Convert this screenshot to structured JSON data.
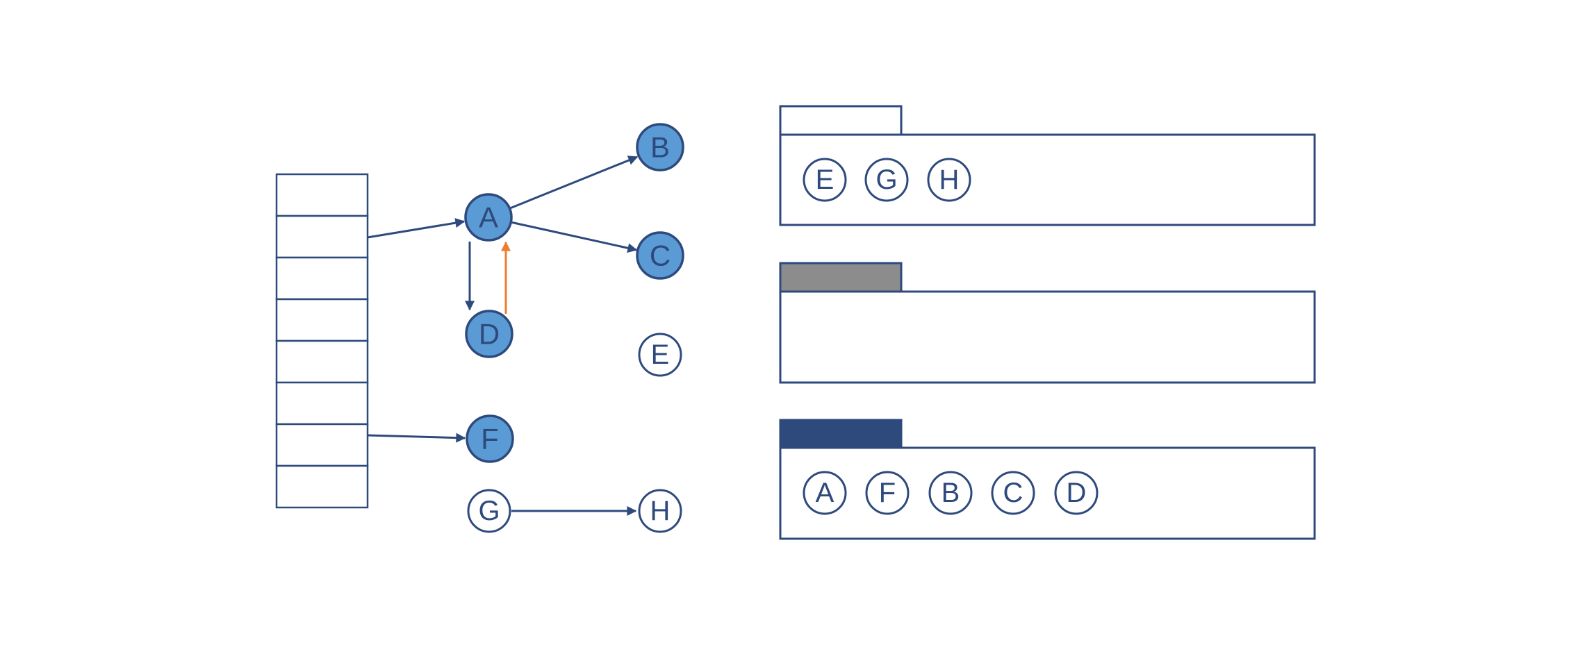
{
  "colors": {
    "line": "#2e4a7d",
    "nodefill": "#5b9bd5",
    "highlight": "#ed7d31",
    "tabgray": "#8c8c8c",
    "tabnavy": "#2e4a7d",
    "background": "#ffffff"
  },
  "nodes": {
    "a": "A",
    "b": "B",
    "c": "C",
    "d": "D",
    "e": "E",
    "f": "F",
    "g": "G",
    "h": "H"
  },
  "trays": [
    {
      "items": [
        "E",
        "G",
        "H"
      ]
    },
    {
      "items": []
    },
    {
      "items": [
        "A",
        "F",
        "B",
        "C",
        "D"
      ]
    }
  ]
}
